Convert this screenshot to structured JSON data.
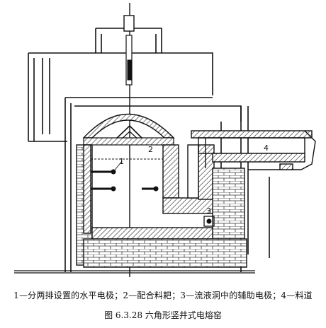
{
  "diagram": {
    "labels": {
      "one": "1",
      "two": "2",
      "three": "3",
      "four": "4"
    }
  },
  "legend": "1—分两排设置的水平电极；2—配合料耙；3—流液洞中的辅助电极；4—料道",
  "caption": "图 6.3.28    六角形竖井式电熔窑",
  "colors": {
    "ink": "#111111",
    "paper": "#ffffff"
  }
}
